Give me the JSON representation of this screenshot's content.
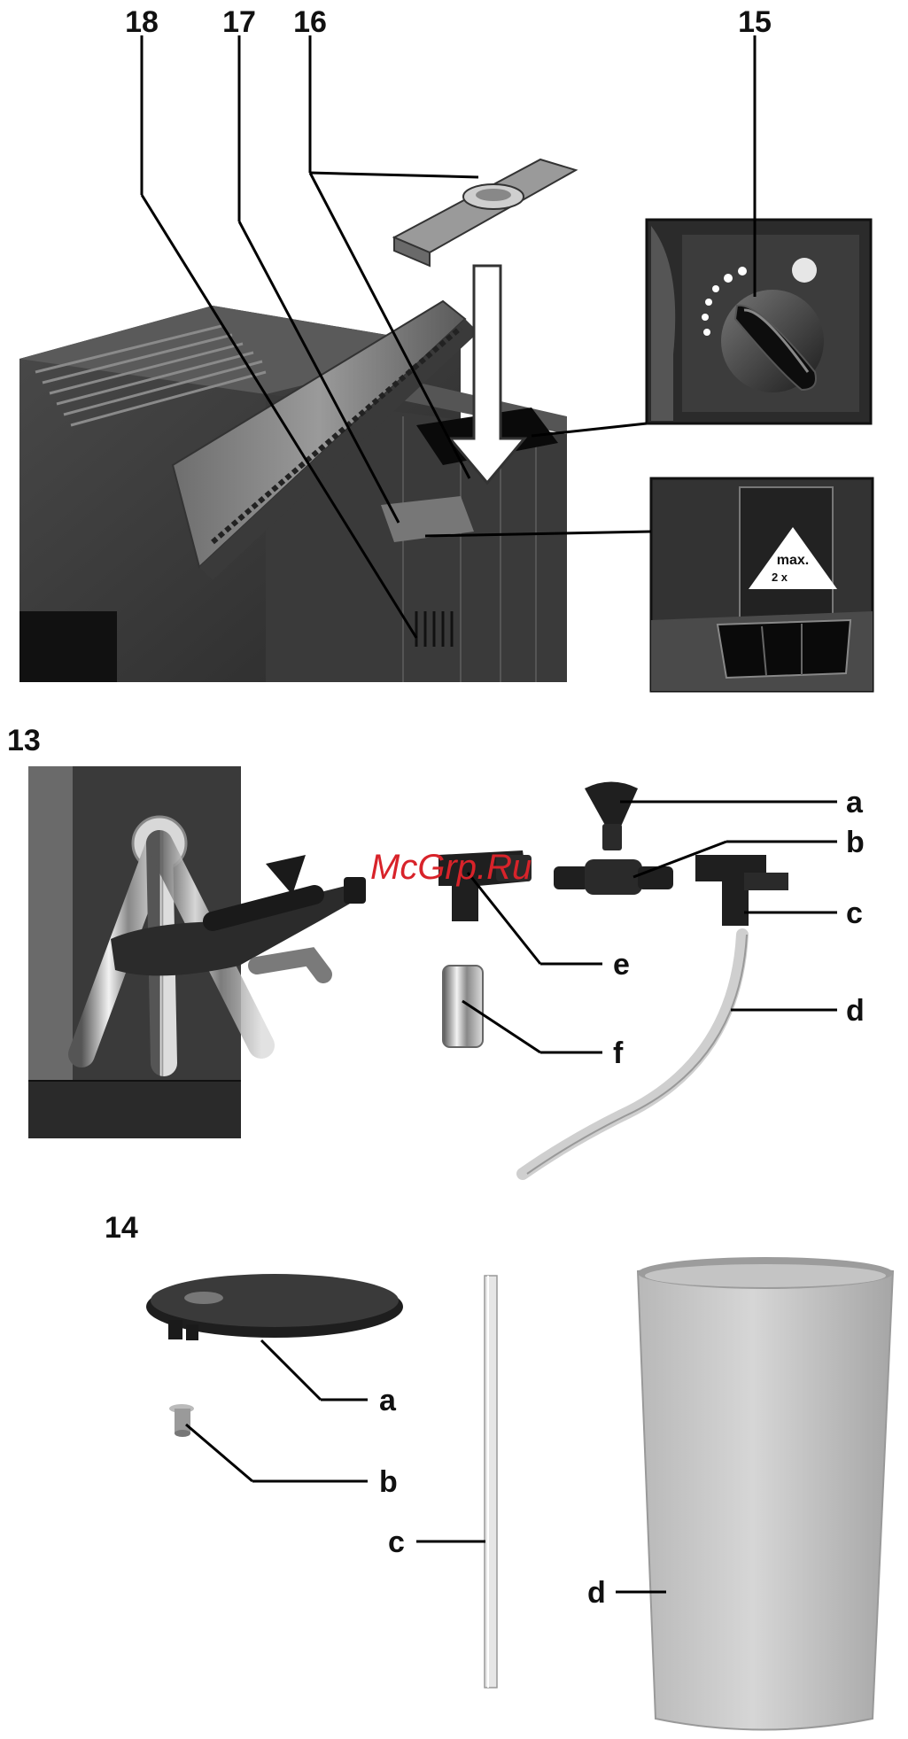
{
  "top_figure": {
    "callouts": [
      "18",
      "17",
      "16",
      "15"
    ],
    "inset_badge": {
      "line1": "max.",
      "line2": "2 x"
    }
  },
  "fig13": {
    "number": "13",
    "parts": [
      "a",
      "b",
      "c",
      "d",
      "e",
      "f"
    ]
  },
  "fig14": {
    "number": "14",
    "parts": [
      "a",
      "b",
      "c",
      "d"
    ]
  },
  "watermark": "McGrp.Ru",
  "colors": {
    "watermark": "#d8232a"
  }
}
